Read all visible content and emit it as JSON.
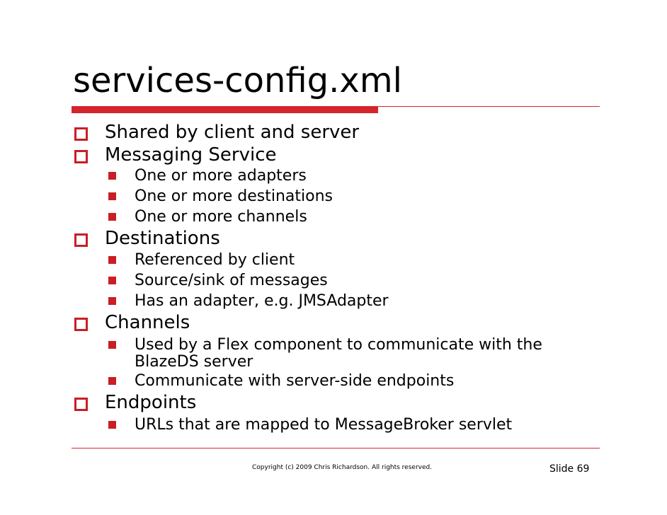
{
  "title": "services-config.xml",
  "accent_color": "#d6242b",
  "bullet_icons": {
    "level1": "hollow-square-icon",
    "level2": "filled-square-icon"
  },
  "bullets": [
    {
      "text": "Shared by client and server",
      "children": []
    },
    {
      "text": "Messaging Service",
      "children": [
        "One or more adapters",
        "One or more destinations",
        "One or more channels"
      ]
    },
    {
      "text": "Destinations",
      "children": [
        "Referenced by client",
        "Source/sink of messages",
        "Has an adapter, e.g. JMSAdapter"
      ]
    },
    {
      "text": "Channels",
      "children": [
        "Used by a Flex component to communicate with the BlazeDS server",
        "Communicate with server-side endpoints"
      ]
    },
    {
      "text": "Endpoints",
      "children": [
        "URLs that are mapped to MessageBroker servlet"
      ]
    }
  ],
  "footer": {
    "copyright": "Copyright (c) 2009 Chris Richardson. All rights reserved.",
    "slide_number": "Slide 69"
  }
}
